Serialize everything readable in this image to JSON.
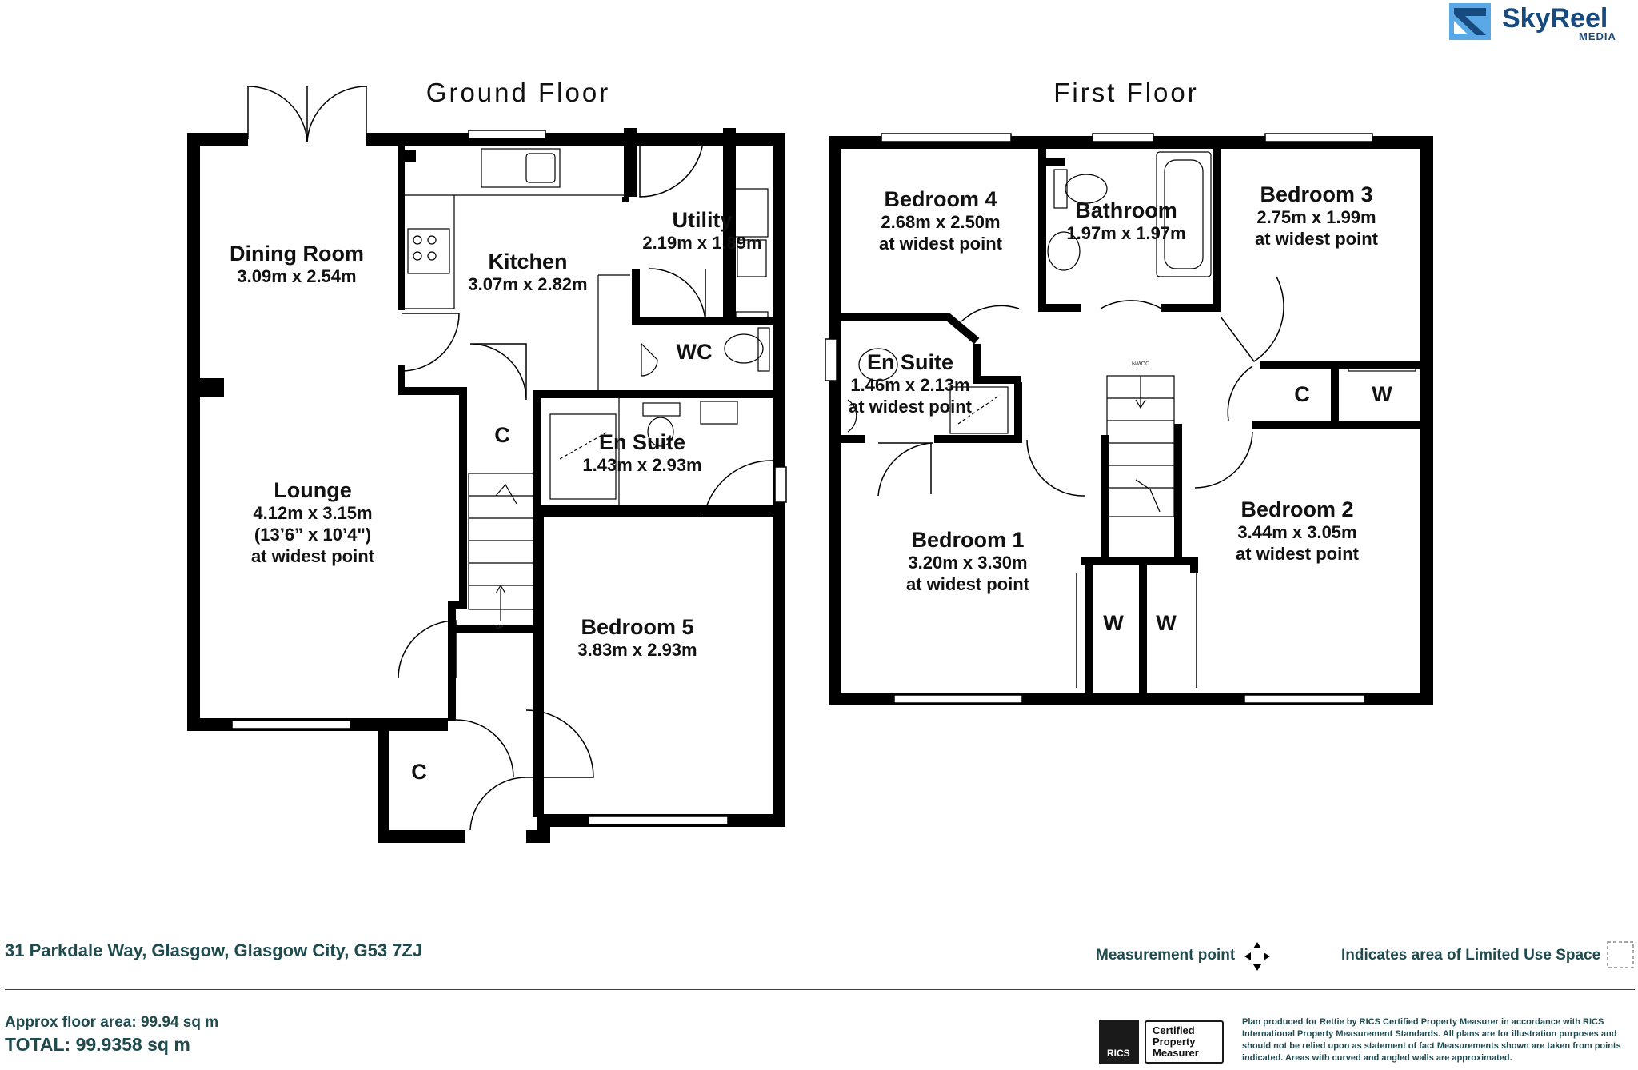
{
  "brand": {
    "name": "SkyReel",
    "sub": "MEDIA"
  },
  "floors": [
    {
      "id": "ground",
      "title": "Ground Floor"
    },
    {
      "id": "first",
      "title": "First Floor"
    }
  ],
  "rooms": [
    {
      "id": "dining-room",
      "lines": [
        "Dining Room",
        "3.09m x 2.54m"
      ]
    },
    {
      "id": "kitchen",
      "lines": [
        "Kitchen",
        "3.07m x 2.82m"
      ]
    },
    {
      "id": "utility",
      "lines": [
        "Utility",
        "2.19m x 1.89m"
      ]
    },
    {
      "id": "wc",
      "lines": [
        "WC"
      ]
    },
    {
      "id": "lounge",
      "lines": [
        "Lounge",
        "4.12m x 3.15m",
        "(13’6” x 10’4\")",
        "at widest point"
      ]
    },
    {
      "id": "cupboard-hall",
      "lines": [
        "C"
      ]
    },
    {
      "id": "en-suite-ground",
      "lines": [
        "En Suite",
        "1.43m x 2.93m"
      ]
    },
    {
      "id": "bedroom-5",
      "lines": [
        "Bedroom 5",
        "3.83m x 2.93m"
      ]
    },
    {
      "id": "cupboard-porch",
      "lines": [
        "C"
      ]
    },
    {
      "id": "bedroom-4",
      "lines": [
        "Bedroom 4",
        "2.68m x 2.50m",
        "at widest point"
      ]
    },
    {
      "id": "bathroom",
      "lines": [
        "Bathroom",
        "1.97m x 1.97m"
      ]
    },
    {
      "id": "bedroom-3",
      "lines": [
        "Bedroom 3",
        "2.75m x 1.99m",
        "at widest point"
      ]
    },
    {
      "id": "en-suite-first",
      "lines": [
        "En Suite",
        "1.46m x 2.13m",
        "at widest point"
      ]
    },
    {
      "id": "cupboard-landing",
      "lines": [
        "C"
      ]
    },
    {
      "id": "wardrobe-bed3",
      "lines": [
        "W"
      ]
    },
    {
      "id": "bedroom-1",
      "lines": [
        "Bedroom 1",
        "3.20m x 3.30m",
        "at widest point"
      ]
    },
    {
      "id": "bedroom-2",
      "lines": [
        "Bedroom 2",
        "3.44m x 3.05m",
        "at widest point"
      ]
    },
    {
      "id": "wardrobe-1",
      "lines": [
        "W"
      ]
    },
    {
      "id": "wardrobe-2",
      "lines": [
        "W"
      ]
    }
  ],
  "stairs": {
    "up_label": "UP",
    "down_label": "DOWN"
  },
  "footer": {
    "address": "31 Parkdale Way, Glasgow, Glasgow City, G53 7ZJ",
    "measurement_point": "Measurement point",
    "limited_use": "Indicates area of  Limited Use Space",
    "approx_area": "Approx floor area: 99.94 sq m",
    "total": "TOTAL: 99.9358 sq m",
    "disclaimer": "Plan produced for Rettie by RICS Certified Property Measurer in accordance with RICS International Property  Measurement Standards.  All plans are for illustration purposes and should not be relied upon as statement of fact Measurements shown are taken from points indicated. Areas with curved and angled walls are approximated."
  },
  "rics": {
    "logo": "RICS",
    "line1": "Certified",
    "line2": "Property",
    "line3": "Measurer"
  },
  "colors": {
    "wall": "#000000",
    "brand": "#174a7e",
    "footer_text": "#1f4b4f"
  }
}
